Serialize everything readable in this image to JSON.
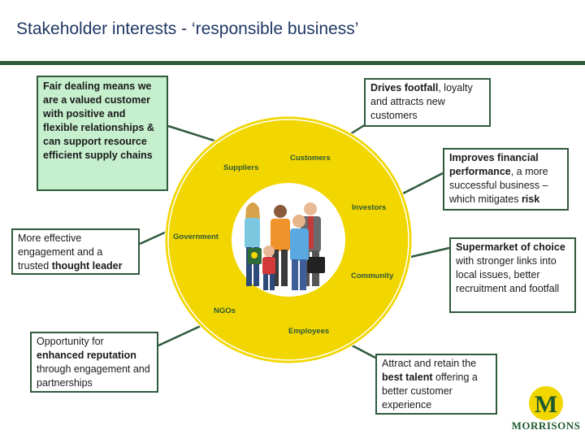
{
  "title": "Stakeholder interests - ‘responsible business’",
  "wheel": {
    "segments": [
      "Customers",
      "Investors",
      "Community",
      "Employees",
      "NGOs",
      "Government",
      "Suppliers"
    ]
  },
  "boxes": {
    "fair_dealing": "Fair dealing means we are a valued customer with positive and flexible relationships & can support resource efficient supply chains",
    "thought_leader": {
      "pre": "More effective engagement and a trusted ",
      "bold": "thought leader",
      "post": ""
    },
    "reputation": {
      "pre": "Opportunity for ",
      "bold": "enhanced reputation",
      "post": " through engagement and partnerships"
    },
    "footfall": {
      "pre": "",
      "bold": "Drives footfall",
      "post": ", loyalty and attracts new customers"
    },
    "financial": {
      "pre": "",
      "bold": "Improves financial performance",
      "post": ", a more successful business – which mitigates ",
      "bold2": "risk"
    },
    "supermarket": {
      "pre": "",
      "bold": "Supermarket of choice",
      "post": " with stronger links into local issues, better recruitment and footfall"
    },
    "talent": {
      "pre": "Attract and retain the ",
      "bold": "best talent",
      "post": " offering a better customer experience"
    }
  },
  "logo": {
    "letter": "M",
    "name": "MORRISONS"
  },
  "colors": {
    "wheel": "#f2d600",
    "accent": "#2f5a3c",
    "green_box": "#c6efce",
    "title": "#1f3864"
  }
}
